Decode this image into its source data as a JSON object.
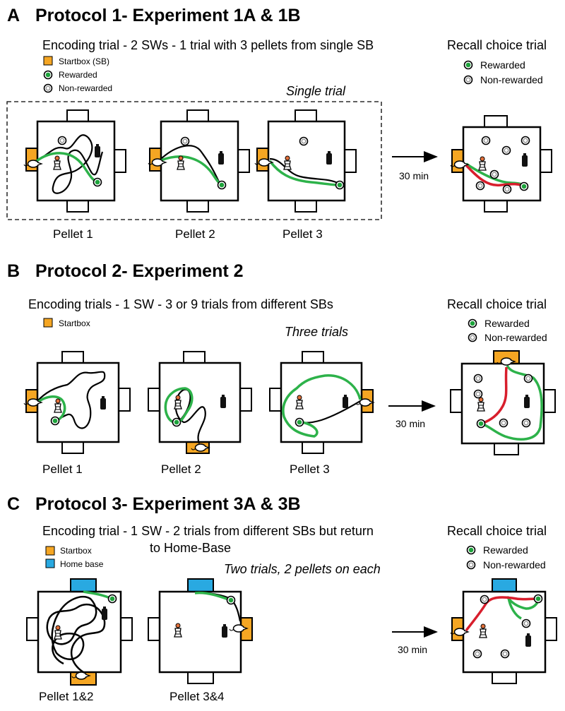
{
  "colors": {
    "startbox": "#F5A623",
    "home_base": "#29A9E1",
    "rewarded": "#1DA33B",
    "green_path": "#2DB24A",
    "red_path": "#D81E2C",
    "wall": "#000000",
    "background": "#FFFFFF"
  },
  "arrow_label": "30 min",
  "recall_title": "Recall choice trial",
  "legend_labels": {
    "startbox_sb": "Startbox (SB)",
    "startbox": "Startbox",
    "home_base": "Home base",
    "rewarded": "Rewarded",
    "non_rewarded": "Non-rewarded"
  },
  "sections": {
    "a": {
      "letter": "A",
      "title": "Protocol 1- Experiment 1A & 1B",
      "subtitle": "Encoding trial - 2 SWs - 1 trial with 3 pellets from single SB",
      "trial_label": "Single trial",
      "pellets": [
        "Pellet 1",
        "Pellet 2",
        "Pellet 3"
      ]
    },
    "b": {
      "letter": "B",
      "title": "Protocol 2- Experiment 2",
      "subtitle": "Encoding trials - 1 SW - 3 or 9 trials from different SBs",
      "trial_label": "Three trials",
      "pellets": [
        "Pellet 1",
        "Pellet 2",
        "Pellet 3"
      ]
    },
    "c": {
      "letter": "C",
      "title": "Protocol 3- Experiment 3A & 3B",
      "subtitle_line1": "Encoding trial - 1 SW - 2 trials from different SBs but return",
      "subtitle_line2": "to Home-Base",
      "trial_label": "Two trials, 2 pellets on each",
      "pellets": [
        "Pellet 1&2",
        "Pellet 3&4"
      ]
    }
  }
}
